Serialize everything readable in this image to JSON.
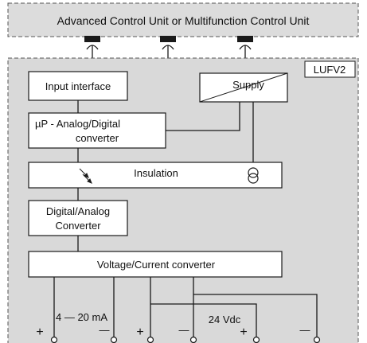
{
  "header": {
    "title": "Advanced Control Unit or Multifunction Control Unit"
  },
  "module": {
    "name": "LUFV2"
  },
  "blocks": {
    "input_interface": "Input interface",
    "supply": "Supply",
    "adc_line1": "µP - Analog/Digital",
    "adc_line2": "converter",
    "insulation": "Insulation",
    "dac_line1": "Digital/Analog",
    "dac_line2": "Converter",
    "vc_converter": "Voltage/Current converter"
  },
  "outputs": {
    "current_range": "4 — 20 mA",
    "voltage": "24 Vdc",
    "terminals": [
      "+",
      "—",
      "+",
      "—",
      "+",
      "—"
    ]
  },
  "colors": {
    "module_fill": "#d9d9d9",
    "header_fill": "#dcdcdc",
    "block_fill": "#ffffff",
    "line": "#1a1a1a"
  }
}
